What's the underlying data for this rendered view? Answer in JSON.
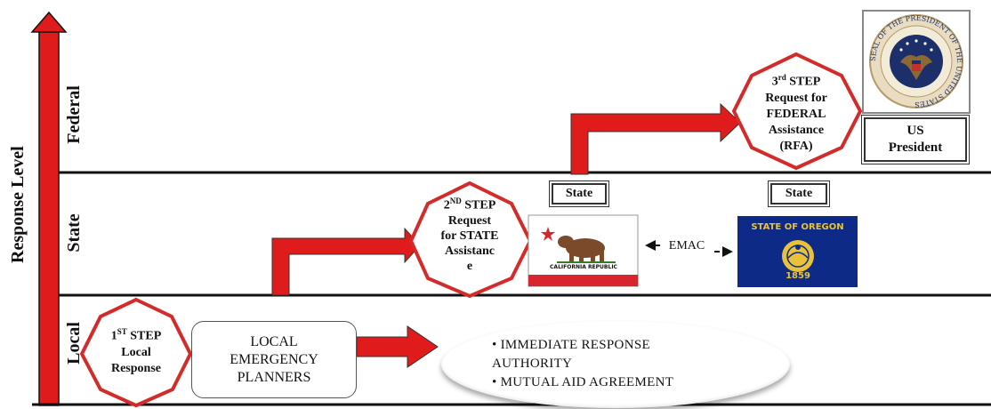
{
  "diagram": {
    "axis_label": "Response Level",
    "levels": {
      "federal": "Federal",
      "state": "State",
      "local": "Local"
    },
    "steps": {
      "step1": {
        "line1": "1",
        "line1_sup": "ST",
        "line1_rest": " STEP",
        "line2": "Local",
        "line3": "Response"
      },
      "step2": {
        "line1": "2",
        "line1_sup": "ND",
        "line1_rest": " STEP",
        "line2": "Request",
        "line3": "for STATE",
        "line4": "Assistanc",
        "line5": "e"
      },
      "step3": {
        "line1": "3",
        "line1_sup": "rd",
        "line1_rest": " STEP",
        "line2": "Request for",
        "line3": "FEDERAL",
        "line4": "Assistance",
        "line5": "(RFA)"
      }
    },
    "planners": {
      "line1": "LOCAL",
      "line2": "EMERGENCY",
      "line3": "PLANNERS"
    },
    "aid_items": [
      "• IMMEDIATE RESPONSE",
      "AUTHORITY",
      "• MUTUAL AID AGREEMENT"
    ],
    "state_labels": [
      "State",
      "State"
    ],
    "emac_label": "EMAC",
    "california_flag": {
      "text": "CALIFORNIA REPUBLIC"
    },
    "oregon_flag": {
      "line1": "STATE OF OREGON",
      "line2": "1859"
    },
    "president_seal_text": "SEAL OF THE PRESIDENT OF THE UNITED STATES",
    "president_label": {
      "line1": "US",
      "line2": "President"
    },
    "colors": {
      "arrow_red": "#e01b1b",
      "hexagon_border": "#d42a2a",
      "oregon_blue": "#0d2a87",
      "california_red": "#d8262e",
      "bear_brown": "#7a4a2a",
      "oregon_gold": "#e8c23a"
    }
  }
}
